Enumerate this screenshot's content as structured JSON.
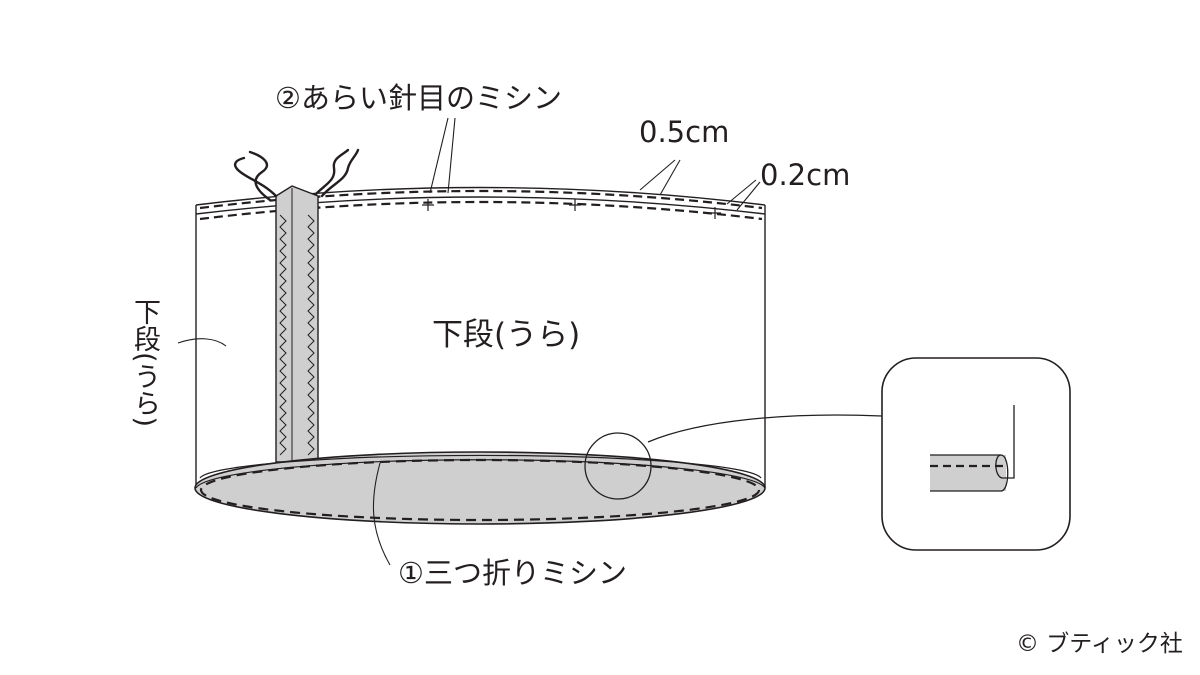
{
  "labels": {
    "coarse_stitch": "②あらい針目のミシン",
    "measure_05": "0.5cm",
    "measure_02": "0.2cm",
    "body_center": "下段(うら)",
    "body_side": "下段(うら)",
    "tri_fold": "①三つ折りミシン",
    "copyright": "© ブティック社"
  },
  "colors": {
    "line": "#231f20",
    "fill_gray": "#cfcfcf",
    "background": "#ffffff"
  }
}
